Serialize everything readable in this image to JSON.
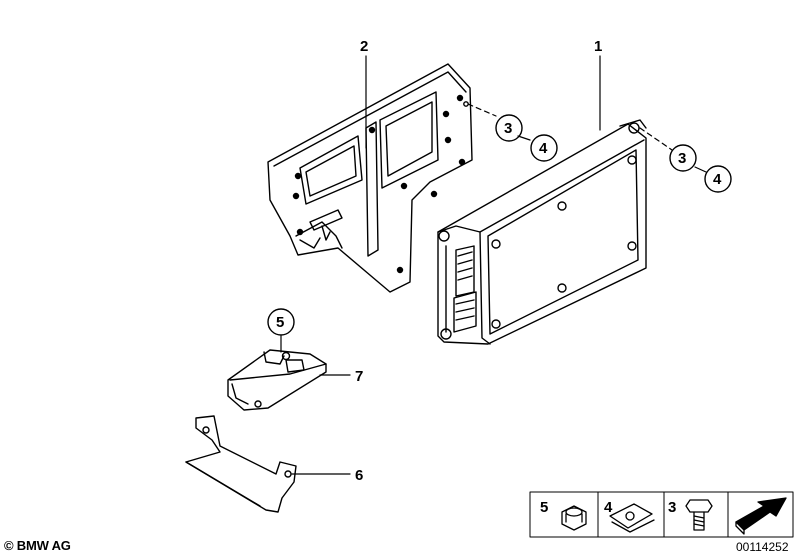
{
  "diagram": {
    "callouts": {
      "part1": "1",
      "part2": "2",
      "part3_top": "3",
      "part4_top": "4",
      "part3_right": "3",
      "part4_right": "4",
      "part5": "5",
      "part6": "6",
      "part7": "7"
    },
    "legend": {
      "item5": "5",
      "item4": "4",
      "item3": "3"
    },
    "footer": {
      "copyright": "© BMW AG",
      "document_number": "00114252"
    }
  }
}
